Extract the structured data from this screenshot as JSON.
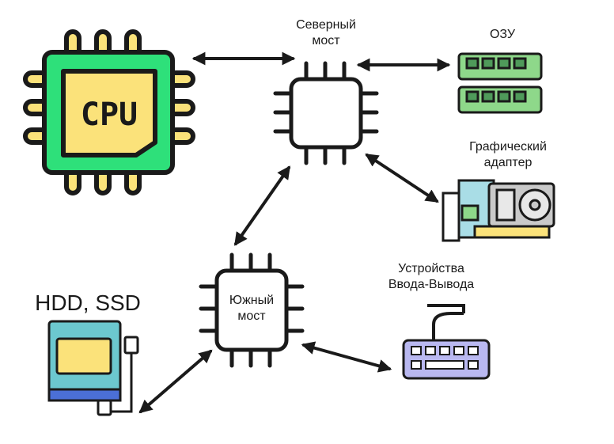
{
  "diagram": {
    "nodes": {
      "cpu": {
        "text": "CPU"
      },
      "north_bridge": {
        "line1": "Северный",
        "line2": "мост"
      },
      "south_bridge": {
        "line1": "Южный",
        "line2": "мост"
      },
      "ram": {
        "label": "ОЗУ"
      },
      "gpu": {
        "line1": "Графический",
        "line2": "адаптер"
      },
      "io": {
        "line1": "Устройства",
        "line2": "Ввода-Вывода"
      },
      "storage": {
        "label": "HDD, SSD"
      }
    },
    "colors": {
      "outline": "#1a1a1a",
      "cpu_board": "#2ee07a",
      "cpu_core": "#fbe27a",
      "cpu_pins": "#fbe27a",
      "ram_board": "#8ed88a",
      "ram_chip": "#4f9a5a",
      "gpu_board": "#a9dde6",
      "gpu_body": "#c9c9c9",
      "keyboard": "#b9b8f0",
      "drive": "#6cc8cf",
      "drive_label": "#fbe27a",
      "drive_base": "#4b6fd6"
    },
    "edges": [
      {
        "from": "cpu",
        "to": "north_bridge",
        "directed": "both"
      },
      {
        "from": "north_bridge",
        "to": "ram",
        "directed": "both"
      },
      {
        "from": "north_bridge",
        "to": "gpu",
        "directed": "both"
      },
      {
        "from": "north_bridge",
        "to": "south_bridge",
        "directed": "both"
      },
      {
        "from": "south_bridge",
        "to": "io",
        "directed": "both"
      },
      {
        "from": "south_bridge",
        "to": "storage",
        "directed": "both"
      }
    ]
  }
}
